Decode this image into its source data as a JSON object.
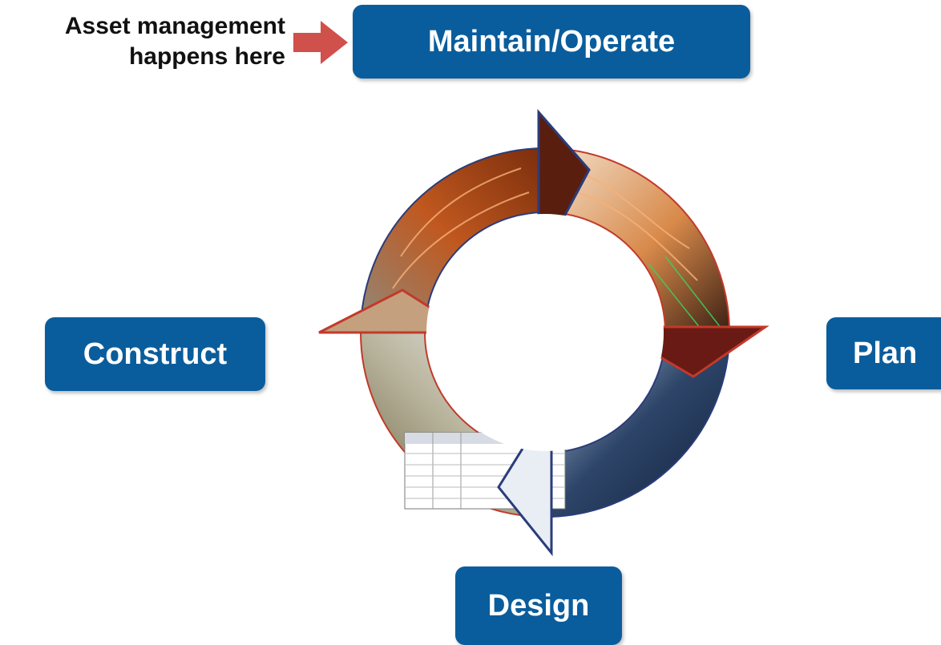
{
  "callout": {
    "line1": "Asset management",
    "line2": "happens here"
  },
  "stages": {
    "maintain_operate": "Maintain/Operate",
    "construct": "Construct",
    "plan": "Plan",
    "design": "Design"
  },
  "colors": {
    "box_fill": "#0a5d9c",
    "box_text": "#ffffff",
    "pointer_arrow": "#d0504b",
    "callout_text": "#111111"
  },
  "icons": {
    "pointer": "right-arrow-icon",
    "cycle": "lifecycle-cycle-ring"
  }
}
